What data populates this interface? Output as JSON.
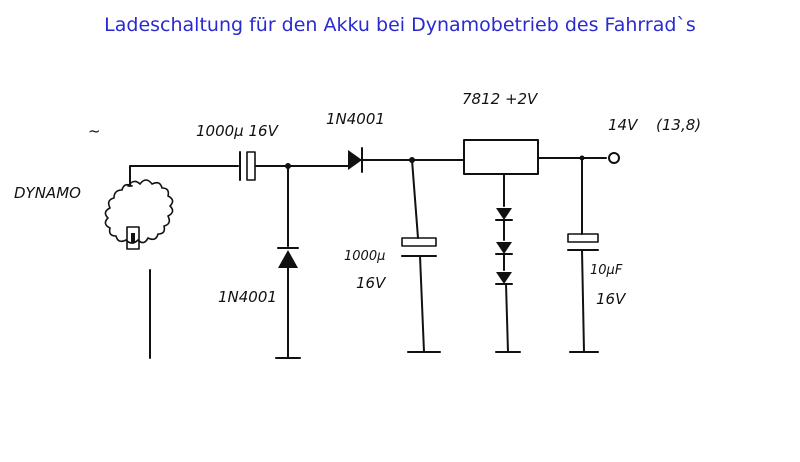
{
  "title": "Ladeschaltung für den Akku bei Dynamobetrieb des Fahrrad`s",
  "labels": {
    "ac_symbol": "~",
    "dynamo": "DYNAMO",
    "c1": "1000µ 16V",
    "d1": "1N4001",
    "regulator": "7812 +2V",
    "output": "14V",
    "output_note": "(13,8)",
    "d2": "1N4001",
    "c2_value": "1000µ",
    "c2_voltage": "16V",
    "c3_value": "10µF",
    "c3_voltage": "16V"
  },
  "colors": {
    "title": "#2a2ad0",
    "ink": "#111111"
  }
}
